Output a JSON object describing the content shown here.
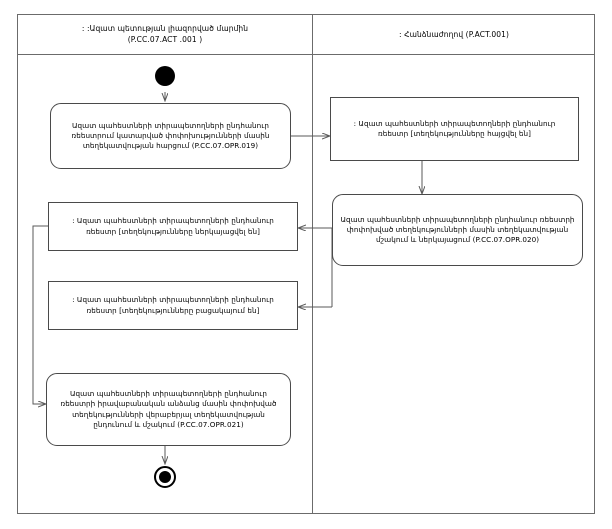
{
  "diagram": {
    "type": "uml-activity-diagram",
    "title_left_lane": ": :Ազատ պետության լիազորված մարմին (P.CC.07.ACT .001 )",
    "background": "#ffffff",
    "line_color": "#4a4a4a",
    "frame_color": "#6b6b6b"
  },
  "lanes": [
    {
      "id": "left",
      "header_line1": ": :Ազատ պետության լիազորված մարմին",
      "header_line2": "(P.CC.07.ACT .001 )"
    },
    {
      "id": "right",
      "header_line1": ": Հանձնաժողով (P.ACT.001)",
      "header_line2": ""
    }
  ],
  "nodes": {
    "initial": {
      "name": "initial-node",
      "kind": "initial"
    },
    "final": {
      "name": "final-node",
      "kind": "final"
    },
    "action_request": {
      "kind": "action",
      "text": "Ազատ պահեստների տիրապետողների ընդհանուր ռեեստրում կատարված փոփոխությունների մասին տեղեկատվության հարցում (P.CC.07.OPR.019)"
    },
    "object_requested": {
      "kind": "object",
      "text": ": Ազատ պահեստների տիրապետողների ընդհանուր ռեեստր [տեղեկությունները հայցվել են]"
    },
    "action_process": {
      "kind": "action",
      "text": "Ազատ պահեստների տիրապետողների ընդհանուր ռեեստրի փոփոխված տեղեկությունների մասին տեղեկատվության մշակում և ներկայացում (P.CC.07.OPR.020)"
    },
    "object_presented": {
      "kind": "object",
      "text": ": Ազատ պահեստների տիրապետողների ընդհանուր ռեեստր [տեղեկությունները ներկայացվել են]"
    },
    "object_absent": {
      "kind": "object",
      "text": ": Ազատ պահեստների տիրապետողների ընդհանուր ռեեստր [տեղեկությունները բացակայում են]"
    },
    "action_receive": {
      "kind": "action",
      "text": "Ազատ պահեստների տիրապետողների ընդհանուր ռեեստրի իրավաբանական անձանց մասին փոփոխված տեղեկությունների վերաբերյալ տեղեկատվության ընդունում և մշակում (P.CC.07.OPR.021)"
    }
  }
}
